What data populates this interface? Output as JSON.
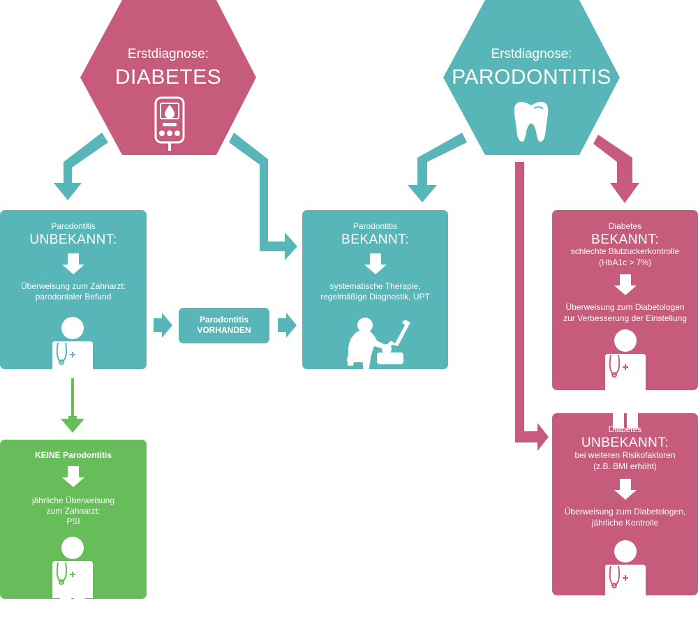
{
  "colors": {
    "pink": "#c75b7c",
    "teal": "#58b6b8",
    "green": "#67bd5a",
    "white": "#ffffff"
  },
  "hex_diabetes": {
    "line1": "Erstdiagnose:",
    "line2": "DIABETES",
    "icon": "glucose-meter-icon"
  },
  "hex_parodontitis": {
    "line1": "Erstdiagnose:",
    "line2": "PARODONTITIS",
    "icon": "tooth-icon"
  },
  "box_unbekannt": {
    "line1": "Parodontitis",
    "line2": "UNBEKANNT:",
    "text1": "Überweisung zum Zahnarzt:",
    "text2": "parodontaler Befund",
    "icon": "doctor-icon"
  },
  "box_bekannt": {
    "line1": "Parodontitis",
    "line2": "BEKANNT:",
    "text1": "systematische Therapie,",
    "text2": "regelmäßige Diagnostik, UPT",
    "icon": "dentist-treatment-icon"
  },
  "box_vorhanden": {
    "line1": "Parodontitis",
    "line2": "VORHANDEN"
  },
  "box_keine": {
    "line1": "KEINE Parodontitis",
    "text1": "jährliche Überweisung",
    "text2": "zum Zahnarzt:",
    "text3": "PSI",
    "icon": "doctor-icon"
  },
  "box_diabetes_bekannt": {
    "line1": "Diabetes",
    "line2": "BEKANNT:",
    "line3": "schlechte Blutzuckerkontrolle",
    "line4": "(HbA1c > 7%)",
    "text1": "Überweisung zum Diabetologen",
    "text2": "zur Verbesserung der Einstellung",
    "icon": "doctor-icon"
  },
  "box_diabetes_unbekannt": {
    "line1": "Diabetes",
    "line2": "UNBEKANNT:",
    "line3": "bei weiteren Risikofaktoren",
    "line4": "(z.B. BMI erhöht)",
    "text1": "Überweisung zum Diabetologen,",
    "text2": "jährliche Kontrolle",
    "icon": "doctor-icon"
  }
}
